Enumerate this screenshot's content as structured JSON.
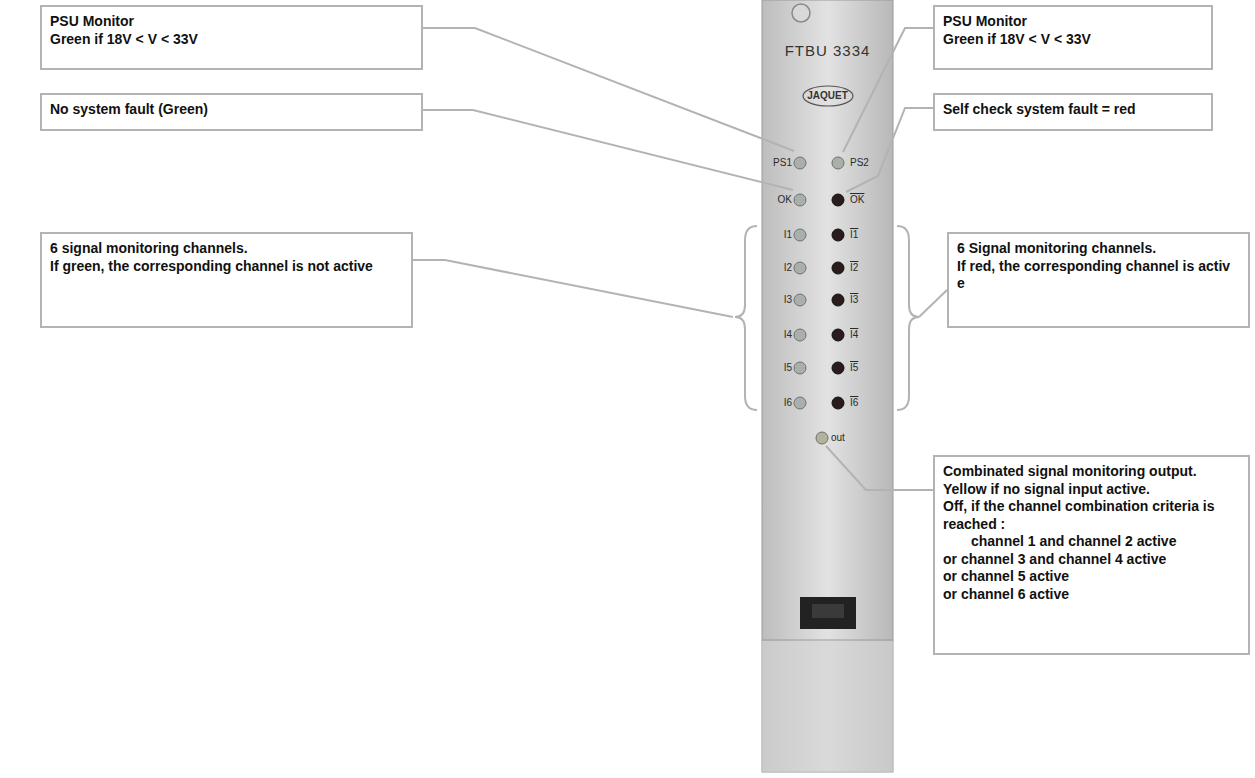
{
  "diagram": {
    "nodes": [
      {
        "text": [
          "PSU Monitor",
          "Green if 18V < V < 33V"
        ]
      },
      {
        "text": [
          "No system fault (Green)"
        ]
      },
      {
        "text": [
          "6 signal monitoring channels.",
          "If green, the corresponding channel is not active"
        ]
      },
      {
        "text": [
          "PSU Monitor",
          "Green if 18V < V < 33V"
        ]
      },
      {
        "text": [
          "Self check system fault = red"
        ]
      },
      {
        "text": [
          "6 Signal monitoring channels.",
          "If red, the corresponding channel is activ e"
        ]
      },
      {
        "text": [
          "Combinated signal monitoring output.",
          "Yellow if no signal input active.",
          "Off, if the channel combination criteria is reached :",
          "channel 1 and channel 2 active",
          "or channel 3 and channel 4 active",
          "or channel 5 active",
          "or channel 6 active"
        ]
      }
    ],
    "labels": [
      "FTBU 3334",
      "JAQUET",
      "PS1",
      "PS2",
      "OK",
      "OK",
      "I1",
      "I1",
      "I2",
      "I2",
      "I3",
      "I3",
      "I4",
      "I4",
      "I5",
      "I5",
      "I6",
      "I6",
      "out"
    ]
  }
}
